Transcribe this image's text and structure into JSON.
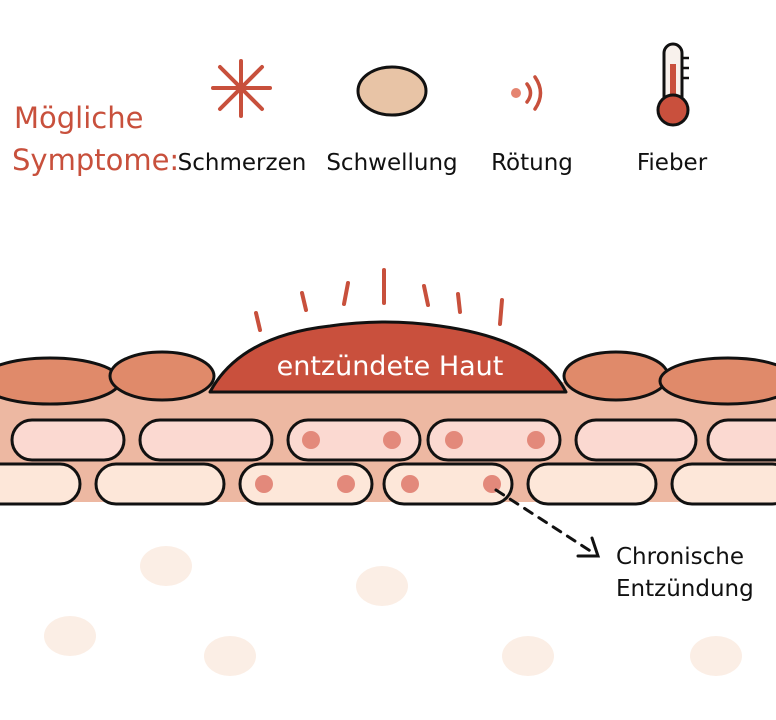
{
  "symptoms": {
    "heading_line1": "Mögliche",
    "heading_line2": "Symptome:",
    "items": [
      {
        "label": "Schmerzen",
        "icon": "pain-star-icon"
      },
      {
        "label": "Schwellung",
        "icon": "swelling-oval-icon"
      },
      {
        "label": "Rötung",
        "icon": "redness-waves-icon"
      },
      {
        "label": "Fieber",
        "icon": "thermometer-icon"
      }
    ]
  },
  "skin": {
    "inflamed_label": "entzündete Haut"
  },
  "callout": {
    "line1": "Chronische",
    "line2": "Entzündung"
  },
  "colors": {
    "accent_red": "#c8503c",
    "inflamed_fill": "#c9503d",
    "top_cells": "#e08a6a",
    "dermis": "#edb8a2",
    "cell_pink": "#fbd9d1",
    "cell_cream": "#fde7d9",
    "spot": "#e3897b",
    "background_blob": "#fbeee5",
    "outline": "#111111"
  }
}
